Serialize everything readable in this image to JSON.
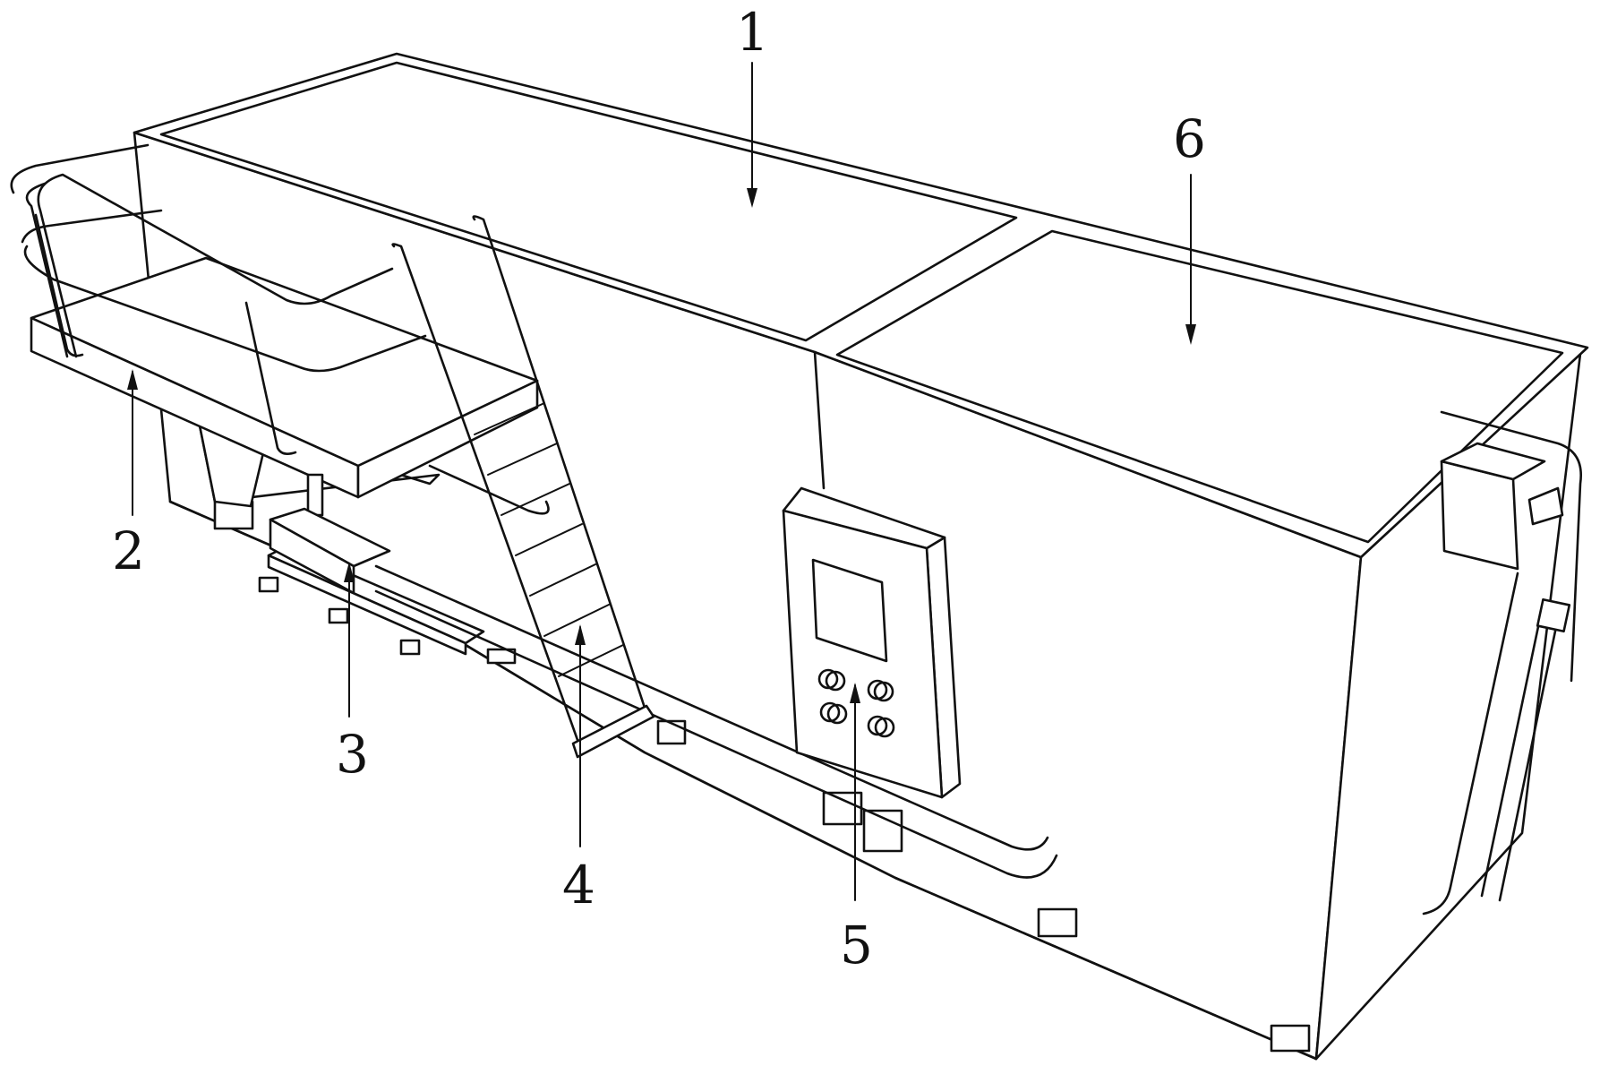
{
  "labels": {
    "tank_top_1": "1",
    "platform_2": "2",
    "pump_3": "3",
    "ladder_4": "4",
    "control_box_5": "5",
    "tank_top_6": "6"
  },
  "colors": {
    "line": "#111111",
    "background": "#ffffff"
  }
}
